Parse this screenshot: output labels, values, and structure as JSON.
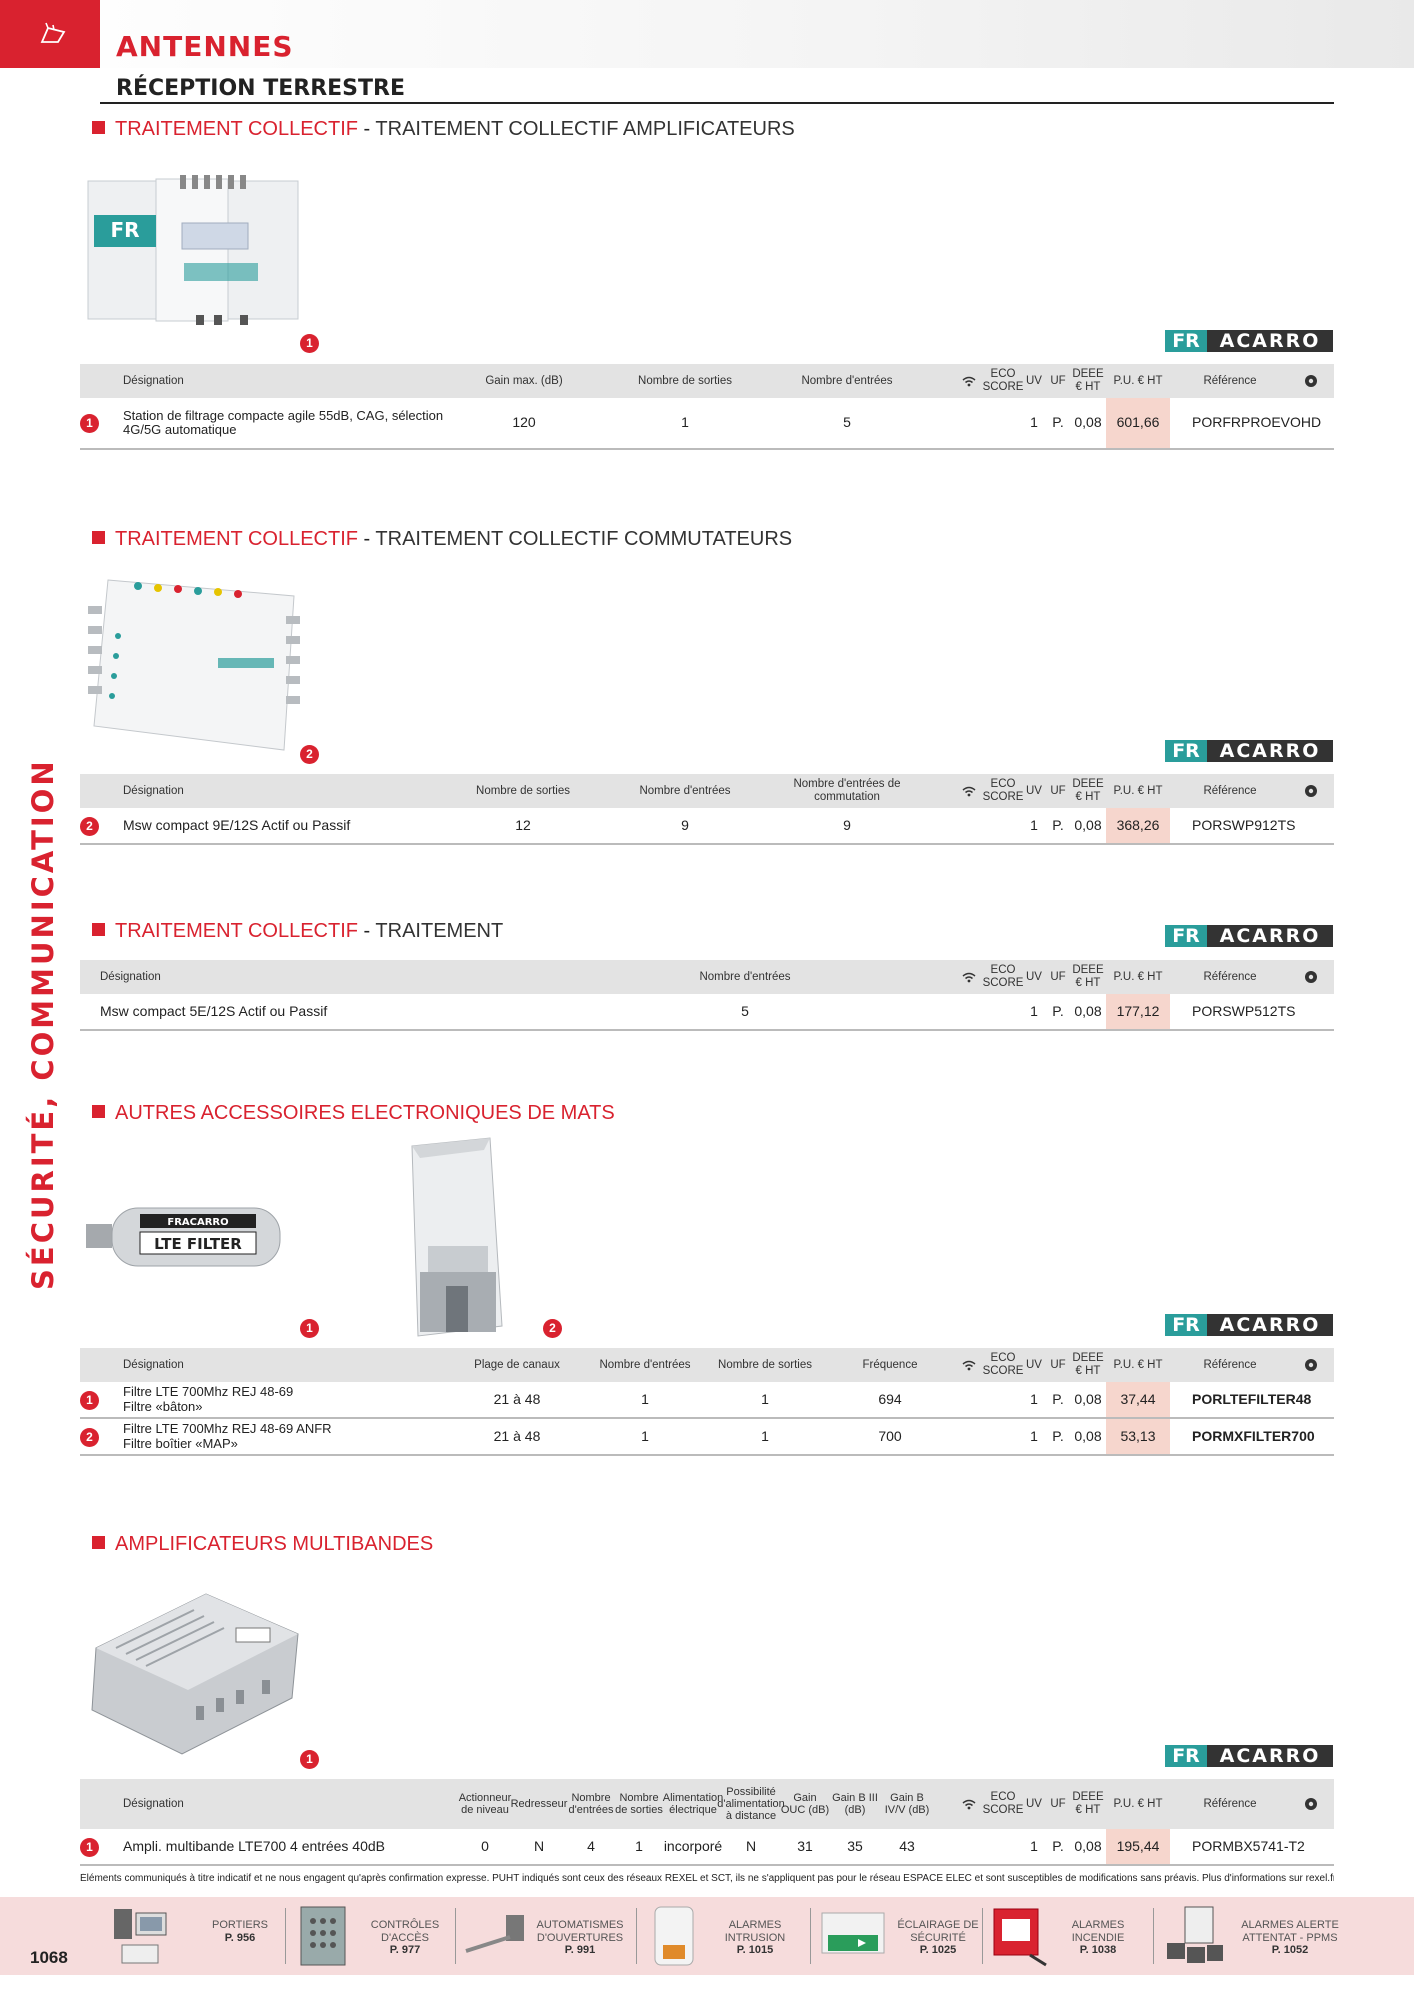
{
  "header": {
    "category": "ANTENNES",
    "subcategory": "RÉCEPTION TERRESTRE",
    "side_title": "SÉCURITÉ, COMMUNICATION"
  },
  "brand": {
    "fr": "FR",
    "rest": "ACARRO",
    "colors": {
      "fr": "#2a9d9b",
      "rest": "#333333"
    }
  },
  "accent": "#d9222f",
  "sections": [
    {
      "title_red": "TRAITEMENT COLLECTIF",
      "title_dark": "TRAITEMENT COLLECTIF AMPLIFICATEURS",
      "image_badge": "1",
      "headers": [
        "Désignation",
        "Gain max. (dB)",
        "Nombre de sorties",
        "Nombre d'entrées",
        "ECO SCORE",
        "UV",
        "UF",
        "DEEE € HT",
        "P.U. € HT",
        "Référence"
      ],
      "rows": [
        {
          "num": "1",
          "designation": "Station de filtrage compacte agile 55dB, CAG, sélection 4G/5G automatique",
          "c1": "120",
          "c2": "1",
          "c3": "5",
          "uv": "1",
          "uf": "P.",
          "deee": "0,08",
          "price": "601,66",
          "ref": "PORFRPROEVOHD"
        }
      ]
    },
    {
      "title_red": "TRAITEMENT COLLECTIF",
      "title_dark": "TRAITEMENT COLLECTIF COMMUTATEURS",
      "image_badge": "2",
      "headers": [
        "Désignation",
        "Nombre de sorties",
        "Nombre d'entrées",
        "Nombre d'entrées de commutation",
        "ECO SCORE",
        "UV",
        "UF",
        "DEEE € HT",
        "P.U. € HT",
        "Référence"
      ],
      "rows": [
        {
          "num": "2",
          "designation": "Msw compact 9E/12S  Actif ou Passif",
          "c1": "12",
          "c2": "9",
          "c3": "9",
          "uv": "1",
          "uf": "P.",
          "deee": "0,08",
          "price": "368,26",
          "ref": "PORSWP912TS"
        }
      ]
    },
    {
      "title_red": "TRAITEMENT COLLECTIF",
      "title_dark": "TRAITEMENT",
      "headers": [
        "Désignation",
        "Nombre d'entrées",
        "ECO SCORE",
        "UV",
        "UF",
        "DEEE € HT",
        "P.U. € HT",
        "Référence"
      ],
      "rows": [
        {
          "designation": "Msw compact 5E/12S Actif ou Passif",
          "c1": "5",
          "uv": "1",
          "uf": "P.",
          "deee": "0,08",
          "price": "177,12",
          "ref": "PORSWP512TS"
        }
      ]
    },
    {
      "title_red": "AUTRES ACCESSOIRES ELECTRONIQUES DE MATS",
      "image_badges": [
        "1",
        "2"
      ],
      "filter_label_brand": "FRACARRO",
      "filter_label_text": "LTE FILTER",
      "headers": [
        "Désignation",
        "Plage de canaux",
        "Nombre d'entrées",
        "Nombre de sorties",
        "Fréquence",
        "ECO SCORE",
        "UV",
        "UF",
        "DEEE € HT",
        "P.U. € HT",
        "Référence"
      ],
      "rows": [
        {
          "num": "1",
          "designation_l1": "Filtre LTE 700Mhz REJ 48-69",
          "designation_l2": "Filtre «bâton»",
          "c1": "21 à 48",
          "c2": "1",
          "c3": "1",
          "c4": "694",
          "uv": "1",
          "uf": "P.",
          "deee": "0,08",
          "price": "37,44",
          "ref": "PORLTEFILTER48"
        },
        {
          "num": "2",
          "designation_l1": "Filtre LTE 700Mhz REJ 48-69 ANFR",
          "designation_l2": "Filtre boîtier «MAP»",
          "c1": "21 à 48",
          "c2": "1",
          "c3": "1",
          "c4": "700",
          "uv": "1",
          "uf": "P.",
          "deee": "0,08",
          "price": "53,13",
          "ref": "PORMXFILTER700"
        }
      ]
    },
    {
      "title_red": "AMPLIFICATEURS MULTIBANDES",
      "image_badge": "1",
      "headers": [
        "Désignation",
        "Actionneur de niveau",
        "Redresseur",
        "Nombre d'entrées",
        "Nombre de sorties",
        "Alimentation électrique",
        "Possibilité d'alimentation à distance",
        "Gain OUC (dB)",
        "Gain B III (dB)",
        "Gain B IV/V (dB)",
        "ECO SCORE",
        "UV",
        "UF",
        "DEEE € HT",
        "P.U. € HT",
        "Référence"
      ],
      "rows": [
        {
          "num": "1",
          "designation": "Ampli. multibande LTE700 4 entrées 40dB",
          "c1": "0",
          "c2": "N",
          "c3": "4",
          "c4": "1",
          "c5": "incorporé",
          "c6": "N",
          "c7": "31",
          "c8": "35",
          "c9": "43",
          "uv": "1",
          "uf": "P.",
          "deee": "0,08",
          "price": "195,44",
          "ref": "PORMBX5741-T2"
        }
      ]
    }
  ],
  "footnote": "Éléments communiqués à titre indicatif et ne nous engagent qu'après confirmation expresse. PUHT indiqués sont ceux des réseaux REXEL et SCT, ils ne s'appliquent pas pour le réseau ESPACE ELEC et sont susceptibles de modifications sans préavis. Plus d'informations sur rexel.fr. N.C=nous consulter.",
  "page_number": "1068",
  "footer_links": [
    {
      "label": "PORTIERS",
      "page": "P. 956",
      "icon": "intercom-icon"
    },
    {
      "label": "CONTRÔLES D'ACCÈS",
      "page": "P. 977",
      "icon": "keypad-icon"
    },
    {
      "label": "AUTOMATISMES D'OUVERTURES",
      "page": "P. 991",
      "icon": "gate-motor-icon"
    },
    {
      "label": "ALARMES INTRUSION",
      "page": "P. 1015",
      "icon": "siren-icon"
    },
    {
      "label": "ÉCLAIRAGE DE SÉCURITÉ",
      "page": "P. 1025",
      "icon": "exit-sign-icon"
    },
    {
      "label": "ALARMES INCENDIE",
      "page": "P. 1038",
      "icon": "fire-alarm-icon"
    },
    {
      "label": "ALARMES ALERTE ATTENTAT - PPMS",
      "page": "P. 1052",
      "icon": "ppms-icon"
    }
  ]
}
